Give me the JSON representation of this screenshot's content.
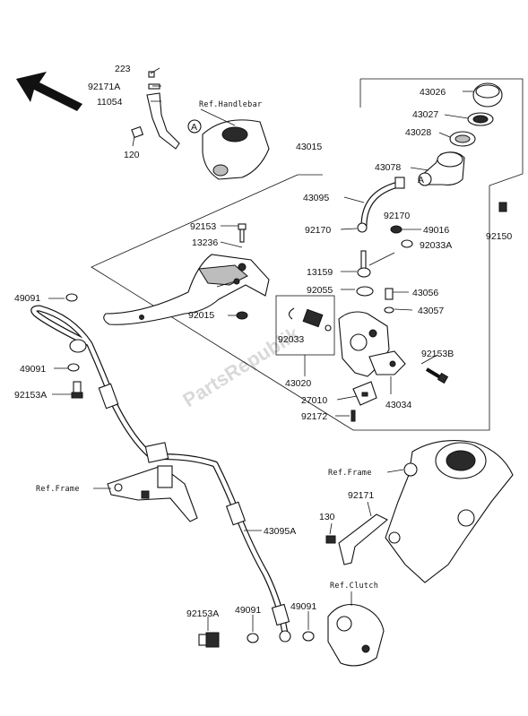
{
  "labels": {
    "p223": "223",
    "p92171A": "92171A",
    "p11054": "11054",
    "p120": "120",
    "ref_handlebar": "Ref.Handlebar",
    "circleA": "A",
    "p43026": "43026",
    "p43027": "43027",
    "p43028": "43028",
    "p43078": "43078",
    "p43015": "43015",
    "p43095": "43095",
    "p92170a": "92170",
    "p92170b": "92170",
    "p49016": "49016",
    "p92033A": "92033A",
    "p92150": "92150",
    "p92153": "92153",
    "p13236": "13236",
    "p13159": "13159",
    "p92055": "92055",
    "p43056": "43056",
    "p43057": "43057",
    "p92015": "92015",
    "p92033": "92033",
    "p43020": "43020",
    "p92153B": "92153B",
    "p27010": "27010",
    "p43034": "43034",
    "p92172": "92172",
    "p49091a": "49091",
    "p49091b": "49091",
    "p92153Aa": "92153A",
    "ref_frame_left": "Ref.Frame",
    "ref_frame_right": "Ref.Frame",
    "p92171": "92171",
    "p130": "130",
    "p43095A": "43095A",
    "ref_clutch": "Ref.Clutch",
    "p92153Ab": "92153A",
    "p49091c": "49091",
    "p49091d": "49091"
  },
  "watermark": "PartsRepublik"
}
